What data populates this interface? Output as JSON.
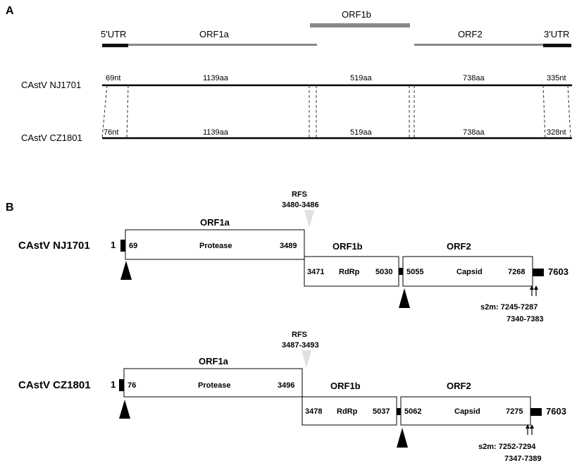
{
  "panel_a": {
    "label": "A",
    "regions": {
      "utr5": "5'UTR",
      "orf1a": "ORF1a",
      "orf1b": "ORF1b",
      "orf2": "ORF2",
      "utr3": "3'UTR"
    },
    "strains": [
      {
        "name": "CAstV NJ1701",
        "utr5": "69nt",
        "orf1a": "1139aa",
        "orf1b": "519aa",
        "orf2": "738aa",
        "utr3": "335nt"
      },
      {
        "name": "CAstV CZ1801",
        "utr5": "76nt",
        "orf1a": "1139aa",
        "orf1b": "519aa",
        "orf2": "738aa",
        "utr3": "328nt"
      }
    ]
  },
  "panel_b": {
    "label": "B",
    "genomes": [
      {
        "name": "CAstV NJ1701",
        "start": "1",
        "rfs_label": "RFS",
        "rfs_range": "3480-3486",
        "orf1a": {
          "title": "ORF1a",
          "start": "69",
          "product": "Protease",
          "end": "3489"
        },
        "orf1b": {
          "title": "ORF1b",
          "start": "3471",
          "product": "RdRp",
          "end": "5030"
        },
        "orf2": {
          "title": "ORF2",
          "start": "5055",
          "product": "Capsid",
          "end": "7268"
        },
        "end": "7603",
        "s2m_line1": "s2m: 7245-7287",
        "s2m_line2": "7340-7383"
      },
      {
        "name": "CAstV CZ1801",
        "start": "1",
        "rfs_label": "RFS",
        "rfs_range": "3487-3493",
        "orf1a": {
          "title": "ORF1a",
          "start": "76",
          "product": "Protease",
          "end": "3496"
        },
        "orf1b": {
          "title": "ORF1b",
          "start": "3478",
          "product": "RdRp",
          "end": "5037"
        },
        "orf2": {
          "title": "ORF2",
          "start": "5062",
          "product": "Capsid",
          "end": "7275"
        },
        "end": "7603",
        "s2m_line1": "s2m: 7252-7294",
        "s2m_line2": "7347-7389"
      }
    ]
  }
}
